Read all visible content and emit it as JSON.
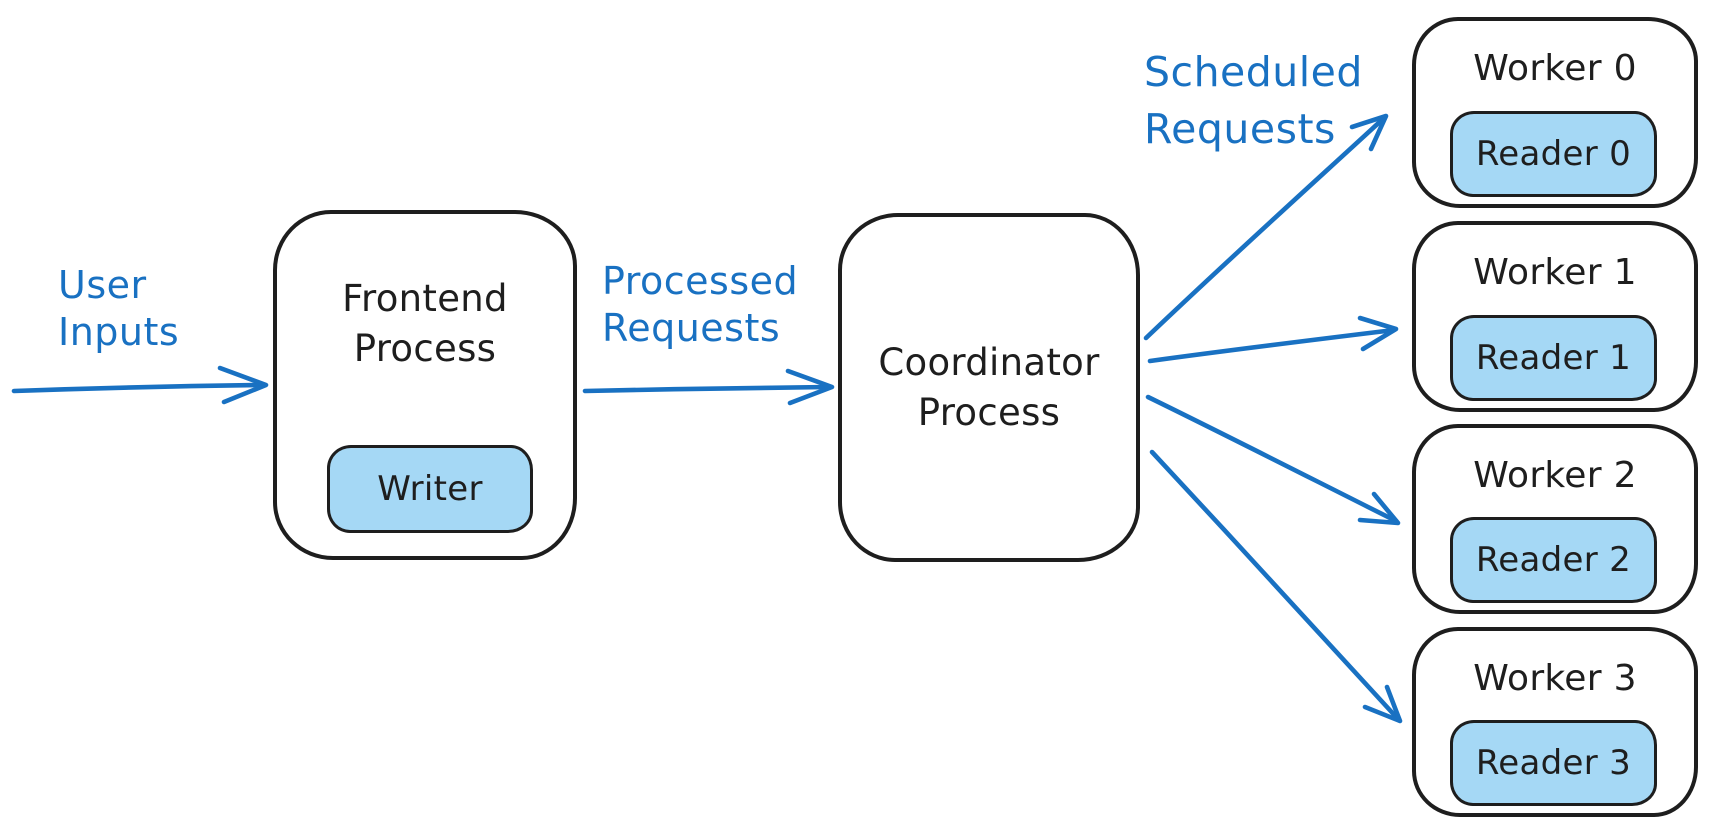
{
  "colors": {
    "accent_blue": "#1971c2",
    "chip_fill_blue": "#a5d8f5",
    "stroke_black": "#1e1e1e",
    "background": "#ffffff"
  },
  "labels": {
    "user_inputs": "User\nInputs",
    "processed_requests": "Processed\nRequests",
    "scheduled_requests": "Scheduled\nRequests"
  },
  "nodes": {
    "frontend": {
      "title": "Frontend\nProcess",
      "chip": "Writer"
    },
    "coordinator": {
      "title": "Coordinator\nProcess"
    },
    "workers": [
      {
        "title": "Worker 0",
        "chip": "Reader 0"
      },
      {
        "title": "Worker 1",
        "chip": "Reader 1"
      },
      {
        "title": "Worker 2",
        "chip": "Reader 2"
      },
      {
        "title": "Worker 3",
        "chip": "Reader 3"
      }
    ]
  },
  "edges": [
    {
      "from": "user",
      "to": "frontend-process",
      "label": "User Inputs"
    },
    {
      "from": "frontend-process",
      "to": "coordinator-process",
      "label": "Processed Requests"
    },
    {
      "from": "coordinator-process",
      "to": "worker-0",
      "label": "Scheduled Requests"
    },
    {
      "from": "coordinator-process",
      "to": "worker-1",
      "label": "Scheduled Requests"
    },
    {
      "from": "coordinator-process",
      "to": "worker-2",
      "label": "Scheduled Requests"
    },
    {
      "from": "coordinator-process",
      "to": "worker-3",
      "label": "Scheduled Requests"
    }
  ]
}
